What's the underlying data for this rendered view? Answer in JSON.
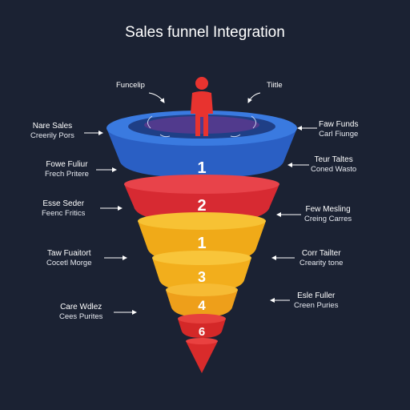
{
  "title": "Sales funnel Integration",
  "top_labels": [
    "Funcelip",
    "Tiitle"
  ],
  "stages": [
    {
      "number": "1",
      "color": "#2e6bd6"
    },
    {
      "number": "2",
      "color": "#e02f36"
    },
    {
      "number": "1",
      "color": "#f2b01c"
    },
    {
      "number": "3",
      "color": "#f4b320"
    },
    {
      "number": "4",
      "color": "#f0a61d"
    },
    {
      "number": "6",
      "color": "#dd2b2b"
    }
  ],
  "left_labels": [
    {
      "title": "Nare Sales",
      "sub": "Creerily Pors"
    },
    {
      "title": "Fowe Fuliur",
      "sub": "Frech Pritere"
    },
    {
      "title": "Esse Seder",
      "sub": "Feenc Fritics"
    },
    {
      "title": "Taw Fuaitort",
      "sub": "Cocetl Morge"
    },
    {
      "title": "Care Wdlez",
      "sub": "Cees Purites"
    }
  ],
  "right_labels": [
    {
      "title": "Faw Funds",
      "sub": "Carl Fiunge"
    },
    {
      "title": "Teur Taltes",
      "sub": "Coned Wasto"
    },
    {
      "title": "Few Mesling",
      "sub": "Creing Carres"
    },
    {
      "title": "Corr Tailter",
      "sub": "Crearity tone"
    },
    {
      "title": "Esle Fuller",
      "sub": "Creen Puries"
    }
  ],
  "icons": [
    "person-icon"
  ]
}
